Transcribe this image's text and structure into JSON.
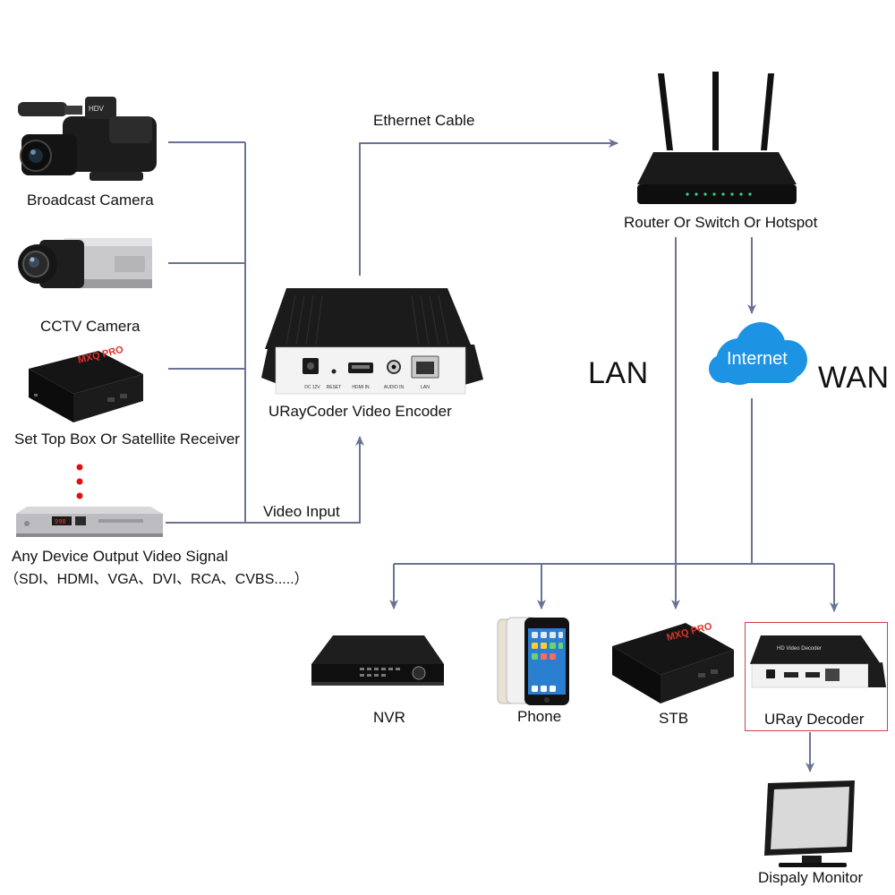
{
  "labels": {
    "broadcast_camera": "Broadcast Camera",
    "cctv_camera": "CCTV Camera",
    "set_top_box": "Set Top Box Or Satellite Receiver",
    "any_device_line1": "Any Device Output Video Signal",
    "any_device_line2": "（SDI、HDMI、VGA、DVI、RCA、CVBS.....）",
    "ethernet_cable": "Ethernet Cable",
    "video_input": "Video Input",
    "encoder": "URayCoder Video Encoder",
    "router": "Router Or Switch Or Hotspot",
    "internet": "Internet",
    "lan": "LAN",
    "wan": "WAN",
    "nvr": "NVR",
    "phone": "Phone",
    "stb": "STB",
    "decoder": "URay Decoder",
    "monitor": "Dispaly Monitor"
  },
  "device_text": {
    "encoder_ports": [
      "DC 12V",
      "RESET",
      "HDMI IN",
      "AUDIO IN",
      "LAN"
    ],
    "box_brand": "MXQ PRO",
    "receiver_display": "998",
    "camera_badge": "HDV",
    "decoder_top": "HD Video Decoder"
  },
  "colors": {
    "line": "#6a7394",
    "internet_cloud": "#1c93e3",
    "decoder_frame": "#d04040",
    "dots": "#e01010"
  }
}
